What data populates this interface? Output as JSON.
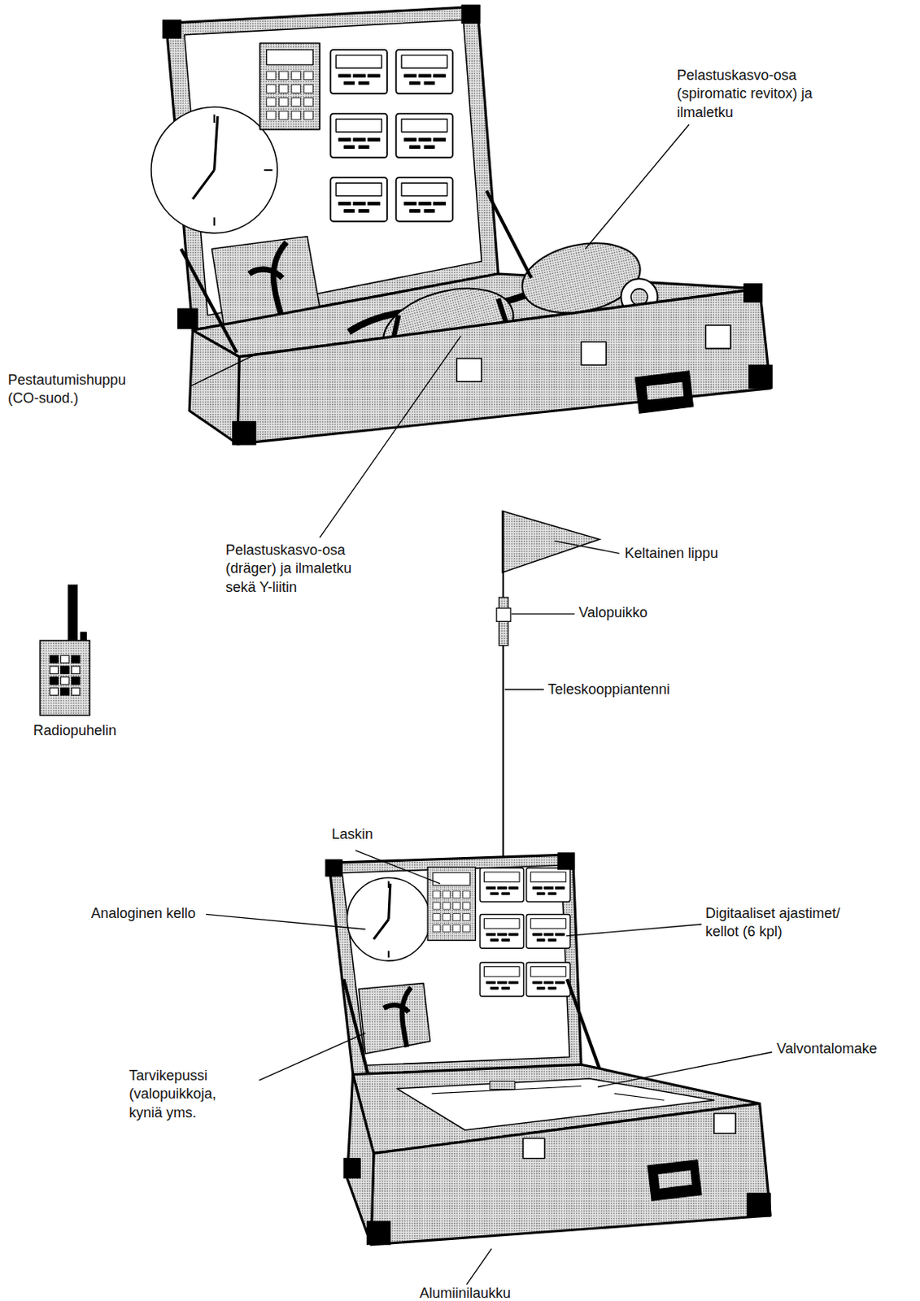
{
  "diagram": {
    "labels": [
      "Pelastuskasvo-osa (spiromatic revitox) ja ilmaletku",
      "Pestautumishuppu (CO-suod.)",
      "Pelastuskasvo-osa (dräger) ja ilmaletku sekä Y-liitin",
      "Keltainen lippu",
      "Valopuikko",
      "Radiopuhelin",
      "Teleskooppiantenni",
      "Laskin",
      "Analoginen kello",
      "Digitaaliset ajastimet/ kellot (6 kpl)",
      "Valvontalomake",
      "Tarvikepussi (valopuikkoja, kyniä yms.",
      "Alumiinilaukku"
    ]
  }
}
